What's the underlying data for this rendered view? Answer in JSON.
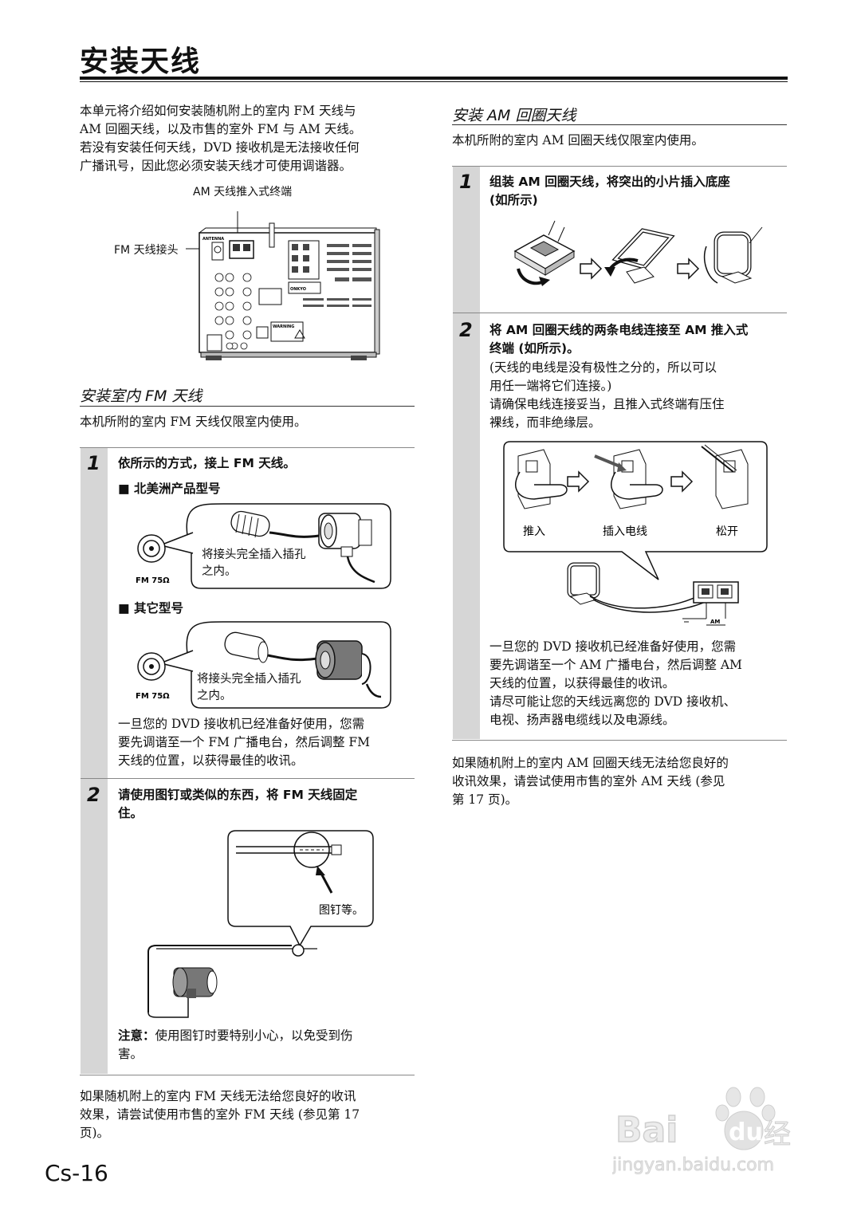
{
  "page": {
    "title": "安装天线",
    "page_number": "Cs-16",
    "watermark": {
      "brand": "Bai du 经验",
      "url": "jingyan.baidu.com"
    }
  },
  "intro": {
    "line1": "本单元将介绍如何安装随机附上的室内 FM 天线与",
    "line2": "AM 回圈天线，以及市售的室外 FM 与 AM 天线。",
    "line3": "若没有安装任何天线，DVD 接收机是无法接收任何",
    "line4": "广播讯号，因此您必须安装天线才可使用调谐器。"
  },
  "rear_panel": {
    "am_label": "AM 天线推入式终端",
    "fm_label": "FM 天线接头",
    "antenna_text": "ANTENNA",
    "warning_text": "WARNING",
    "brand_text": "ONKYO"
  },
  "fm_section": {
    "heading": "安装室内 FM 天线",
    "desc": "本机所附的室内 FM 天线仅限室内使用。",
    "step1": {
      "number": "1",
      "text": "依所示的方式，接上 FM 天线。",
      "na_label": "■ 北美洲产品型号",
      "na_caption1": "将接头完全插入插孔",
      "na_caption2": "之内。",
      "fm_jack_label": "FM 75Ω",
      "other_label": "■ 其它型号",
      "other_caption1": "将接头完全插入插孔",
      "other_caption2": "之内。",
      "note1": "一旦您的 DVD 接收机已经准备好使用，您需",
      "note2": "要先调谐至一个 FM 广播电台，然后调整 FM",
      "note3": "天线的位置，以获得最佳的收讯。"
    },
    "step2": {
      "number": "2",
      "text1": "请使用图钉或类似的东西，将 FM 天线固定",
      "text2": "住。",
      "pin_label": "图钉等。",
      "caution_label": "注意：",
      "caution1": "使用图钉时要特别小心，以免受到伤",
      "caution2": "害。"
    },
    "footer1": "如果随机附上的室内 FM 天线无法给您良好的收讯",
    "footer2": "效果，请尝试使用市售的室外 FM 天线 (参见第 17",
    "footer3": "页)。"
  },
  "am_section": {
    "heading": "安装 AM 回圈天线",
    "desc": "本机所附的室内 AM 回圈天线仅限室内使用。",
    "step1": {
      "number": "1",
      "text1": "组装 AM 回圈天线，将突出的小片插入底座",
      "text2": "(如所示)"
    },
    "step2": {
      "number": "2",
      "text1": "将 AM 回圈天线的两条电线连接至 AM 推入式",
      "text2": "终端 (如所示)。",
      "sub1": "(天线的电线是没有极性之分的，所以可以",
      "sub2": "用任一端将它们连接。)",
      "sub3": "请确保电线连接妥当，且推入式终端有压住",
      "sub4": "裸线，而非绝缘层。",
      "fig_push": "推入",
      "fig_insert": "插入电线",
      "fig_release": "松开",
      "am_terminal": "AM",
      "note1": "一旦您的 DVD 接收机已经准备好使用，您需",
      "note2": "要先调谐至一个 AM 广播电台，然后调整 AM",
      "note3": "天线的位置，以获得最佳的收讯。",
      "note4": "请尽可能让您的天线远离您的 DVD 接收机、",
      "note5": "电视、扬声器电缆线以及电源线。"
    },
    "footer1": "如果随机附上的室内 AM 回圈天线无法给您良好的",
    "footer2": "收讯效果，请尝试使用市售的室外 AM 天线 (参见",
    "footer3": "第 17 页)。"
  }
}
